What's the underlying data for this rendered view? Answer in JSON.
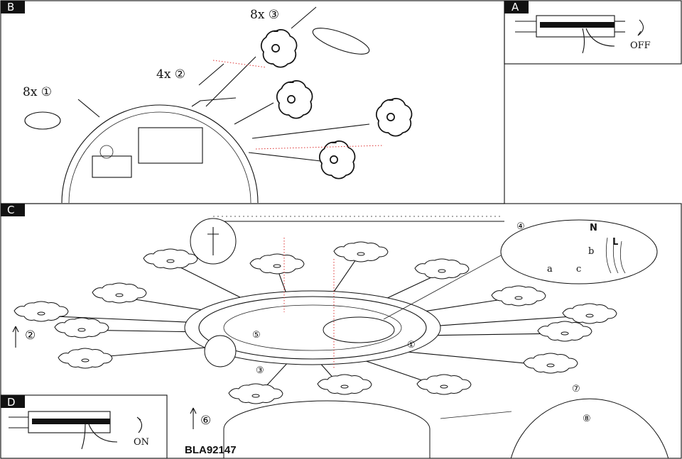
{
  "panels": {
    "A": {
      "tab": "A",
      "action": "OFF"
    },
    "B": {
      "tab": "B",
      "step1": "8x ①",
      "step2": "4x ②",
      "step3": "8x ③"
    },
    "C": {
      "tab": "C",
      "step2": "②",
      "step3": "③",
      "step4": "④",
      "step5": "⑤",
      "step6": "⑥",
      "step7": "⑦",
      "step8": "⑧",
      "step1": "①",
      "wire_n": "N",
      "wire_l": "L",
      "wire_a": "a",
      "wire_b": "b",
      "wire_c": "c"
    },
    "D": {
      "tab": "D",
      "action": "ON"
    }
  },
  "model_code": "BLA92147"
}
